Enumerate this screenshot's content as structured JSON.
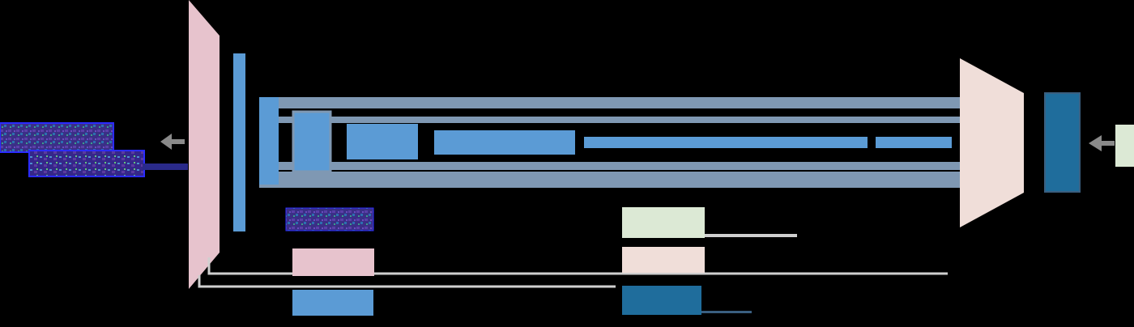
{
  "colors": {
    "background": "#000000",
    "encoder": "#e7c3cd",
    "decoder": "#f0ded9",
    "conv_block": "#5b9bd5",
    "bottleneck_band": "#7f98b3",
    "output_head": "#1f6d9c",
    "output_map": "#dce9d5",
    "skip_line": "#cfcfcf",
    "arrow": "#8a8a8a",
    "feature_map_dark": "#3b2f86",
    "feature_map_edge": "#2b2bff"
  },
  "diagram": {
    "nodes": [
      {
        "id": "input-feature-map-1",
        "kind": "feature-map"
      },
      {
        "id": "input-feature-map-2",
        "kind": "feature-map"
      },
      {
        "id": "encoder",
        "kind": "encoder"
      },
      {
        "id": "encoder-output-bar",
        "kind": "conv-block"
      },
      {
        "id": "bottleneck-stage-1",
        "kind": "conv-block"
      },
      {
        "id": "bottleneck-stage-2",
        "kind": "conv-block"
      },
      {
        "id": "bottleneck-stage-3",
        "kind": "conv-block"
      },
      {
        "id": "bottleneck-stage-4",
        "kind": "conv-block"
      },
      {
        "id": "bottleneck-stage-5",
        "kind": "conv-block"
      },
      {
        "id": "bottleneck-stage-6",
        "kind": "conv-block"
      },
      {
        "id": "decoder",
        "kind": "decoder"
      },
      {
        "id": "output-head",
        "kind": "output-head"
      },
      {
        "id": "output-map",
        "kind": "output-map"
      }
    ],
    "edges": [
      {
        "from": "encoder",
        "to": "input-feature-map-1",
        "kind": "arrow"
      },
      {
        "from": "output-map",
        "to": "output-head",
        "kind": "arrow"
      },
      {
        "from": "encoder",
        "to": "decoder",
        "kind": "skip"
      }
    ]
  },
  "legend": {
    "left": [
      {
        "swatch": "feature-map",
        "label": ""
      },
      {
        "swatch": "encoder",
        "label": ""
      },
      {
        "swatch": "conv-block",
        "label": ""
      }
    ],
    "right": [
      {
        "swatch": "output-map",
        "label": ""
      },
      {
        "swatch": "decoder",
        "label": ""
      },
      {
        "swatch": "output-head",
        "label": ""
      }
    ]
  }
}
